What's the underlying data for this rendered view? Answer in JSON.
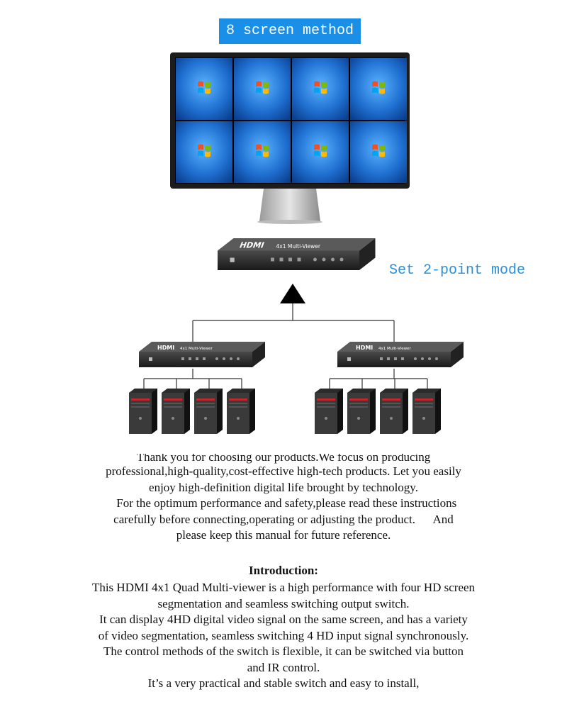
{
  "header": {
    "badge": "8 screen method"
  },
  "diagram": {
    "mode_label": "Set 2-point mode",
    "main_device": {
      "brand": "HDMI",
      "model": "4x1 Multi-Viewer"
    },
    "sub_devices": [
      {
        "brand": "HDMI",
        "model": "4x1 Multi-Viewer"
      },
      {
        "brand": "HDMI",
        "model": "4x1 Multi-Viewer"
      }
    ],
    "monitor": {
      "tiles": 8,
      "tile_icon": "windows-logo-icon"
    },
    "computers_per_group": 4
  },
  "intro_text": [
    "Thank you for choosing our products.We focus on producing",
    "professional,high-quality,cost-effective high-tech products. Let you easily",
    "enjoy high-definition digital life brought by technology.",
    "  For the optimum performance and safety,please read these instructions",
    "carefully before connecting,operating or adjusting the product.      And",
    "please keep this manual for future reference."
  ],
  "introduction": {
    "heading": "Introduction:",
    "lines": [
      "This HDMI 4x1 Quad Multi-viewer is a high performance with four HD screen",
      "segmentation and seamless switching output switch.",
      "It can display 4HD digital video signal on the same screen, and has a variety",
      "of video segmentation, seamless switching 4 HD input signal synchronously.",
      "The control methods of the switch is flexible, it can be switched via button",
      "and IR control.",
      "It’s a very practical and stable switch and easy to install,"
    ]
  },
  "colors": {
    "badge_bg": "#1a8fe8",
    "mode_label": "#2a8fd8",
    "screen_blue": "#1f6fd0"
  }
}
